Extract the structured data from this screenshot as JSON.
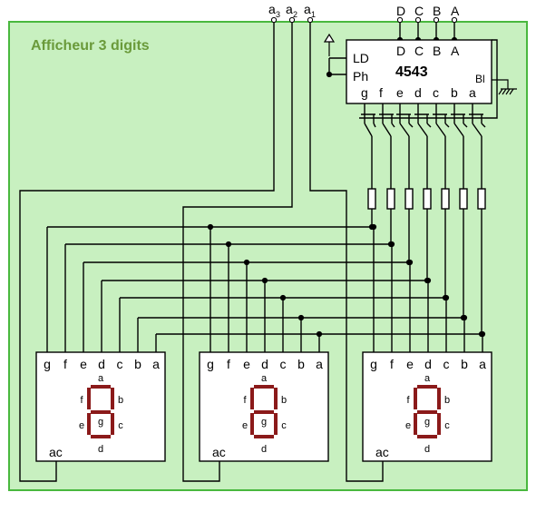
{
  "diagram": {
    "title": "Afficheur 3 digits",
    "colors": {
      "panel_fill": "#c8f0c0",
      "panel_border": "#49b83e",
      "wire": "#000000",
      "segment": "#8b1a1a",
      "box_fill": "#ffffff"
    },
    "top_address_labels": [
      {
        "base": "a",
        "sub": "3"
      },
      {
        "base": "a",
        "sub": "2"
      },
      {
        "base": "a",
        "sub": "1"
      }
    ],
    "top_input_labels": [
      "D",
      "C",
      "B",
      "A"
    ],
    "chip": {
      "name": "4543",
      "inputs": [
        "D",
        "C",
        "B",
        "A"
      ],
      "left_pins": [
        "LD",
        "Ph"
      ],
      "right_pin": "Bl",
      "outputs": [
        "g",
        "f",
        "e",
        "d",
        "c",
        "b",
        "a"
      ]
    },
    "digit_pins": [
      "g",
      "f",
      "e",
      "d",
      "c",
      "b",
      "a"
    ],
    "segment_letters": {
      "a": "a",
      "b": "b",
      "c": "c",
      "d": "d",
      "e": "e",
      "f": "f",
      "g": "g"
    },
    "common_pin": "ac",
    "digit_count": 3
  }
}
